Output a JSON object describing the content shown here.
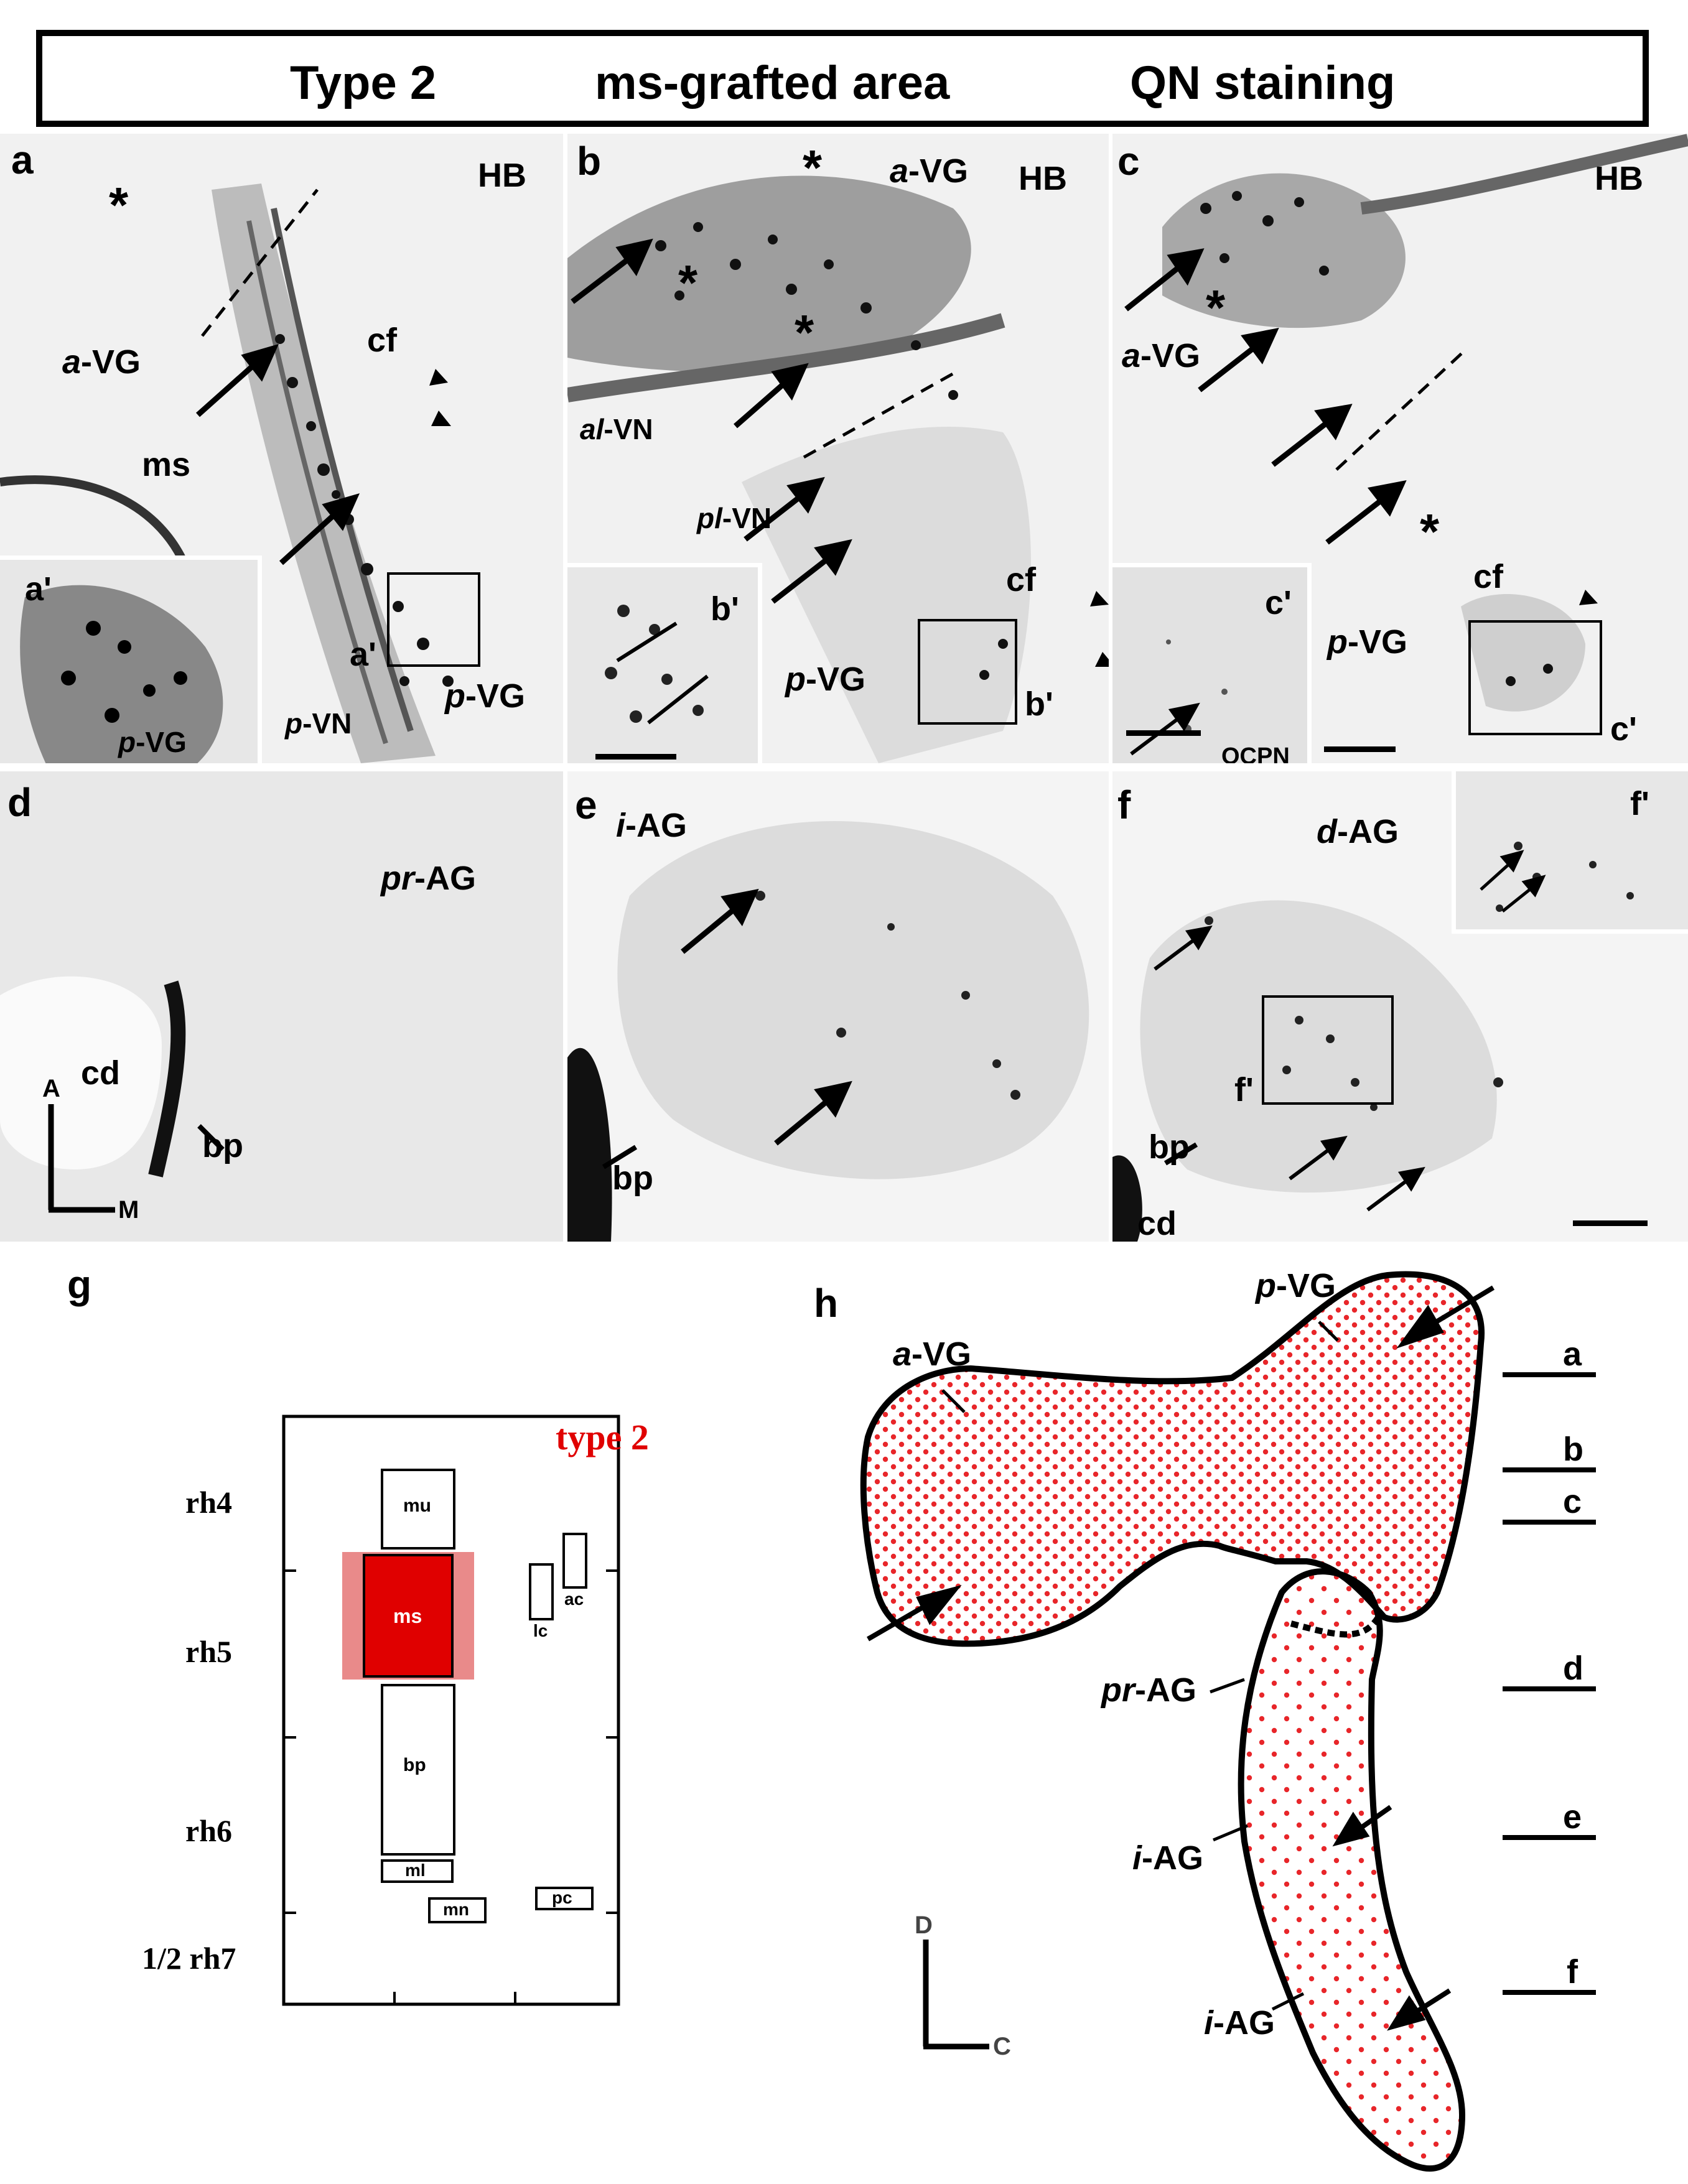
{
  "header": {
    "title_left": "Type 2",
    "title_mid": "ms-grafted area",
    "title_right": "QN staining"
  },
  "panels": {
    "a": {
      "letter": "a",
      "labels": [
        "HB",
        "a-VG",
        "cf",
        "ms",
        "a'",
        "p-VG",
        "p-VN"
      ],
      "inset": {
        "letter": "a'",
        "label": "p-VG"
      }
    },
    "b": {
      "letter": "b",
      "labels": [
        "a-VG",
        "HB",
        "al-VN",
        "pl-VN",
        "cf",
        "p-VG",
        "b'"
      ],
      "inset": {
        "letter": "b'"
      }
    },
    "c": {
      "letter": "c",
      "labels": [
        "HB",
        "a-VG",
        "cf",
        "p-VG",
        "c'"
      ],
      "inset": {
        "letter": "c'",
        "label": "QCPN"
      }
    },
    "d": {
      "letter": "d",
      "labels": [
        "pr-AG",
        "cd",
        "bp"
      ],
      "axes": {
        "vertical": "A",
        "horizontal": "M"
      }
    },
    "e": {
      "letter": "e",
      "labels": [
        "i-AG",
        "bp"
      ]
    },
    "f": {
      "letter": "f",
      "labels": [
        "d-AG",
        "f'",
        "bp",
        "cd"
      ],
      "inset": {
        "letter": "f'"
      }
    }
  },
  "panel_g": {
    "letter": "g",
    "type_label": "type 2",
    "rows": [
      "rh4",
      "rh5",
      "rh6",
      "1/2 rh7"
    ],
    "boxes": [
      "mu",
      "ms",
      "bp",
      "ml",
      "mn",
      "lc",
      "ac",
      "pc"
    ],
    "highlight_color": "#e00000"
  },
  "panel_h": {
    "letter": "h",
    "labels": [
      "p-VG",
      "a-VG",
      "pr-AG",
      "i-AG",
      "i-AG"
    ],
    "levels": [
      "a",
      "b",
      "c",
      "d",
      "e",
      "f"
    ],
    "axes": {
      "vertical": "D",
      "horizontal": "C"
    },
    "dot_color": "#e8262a"
  }
}
